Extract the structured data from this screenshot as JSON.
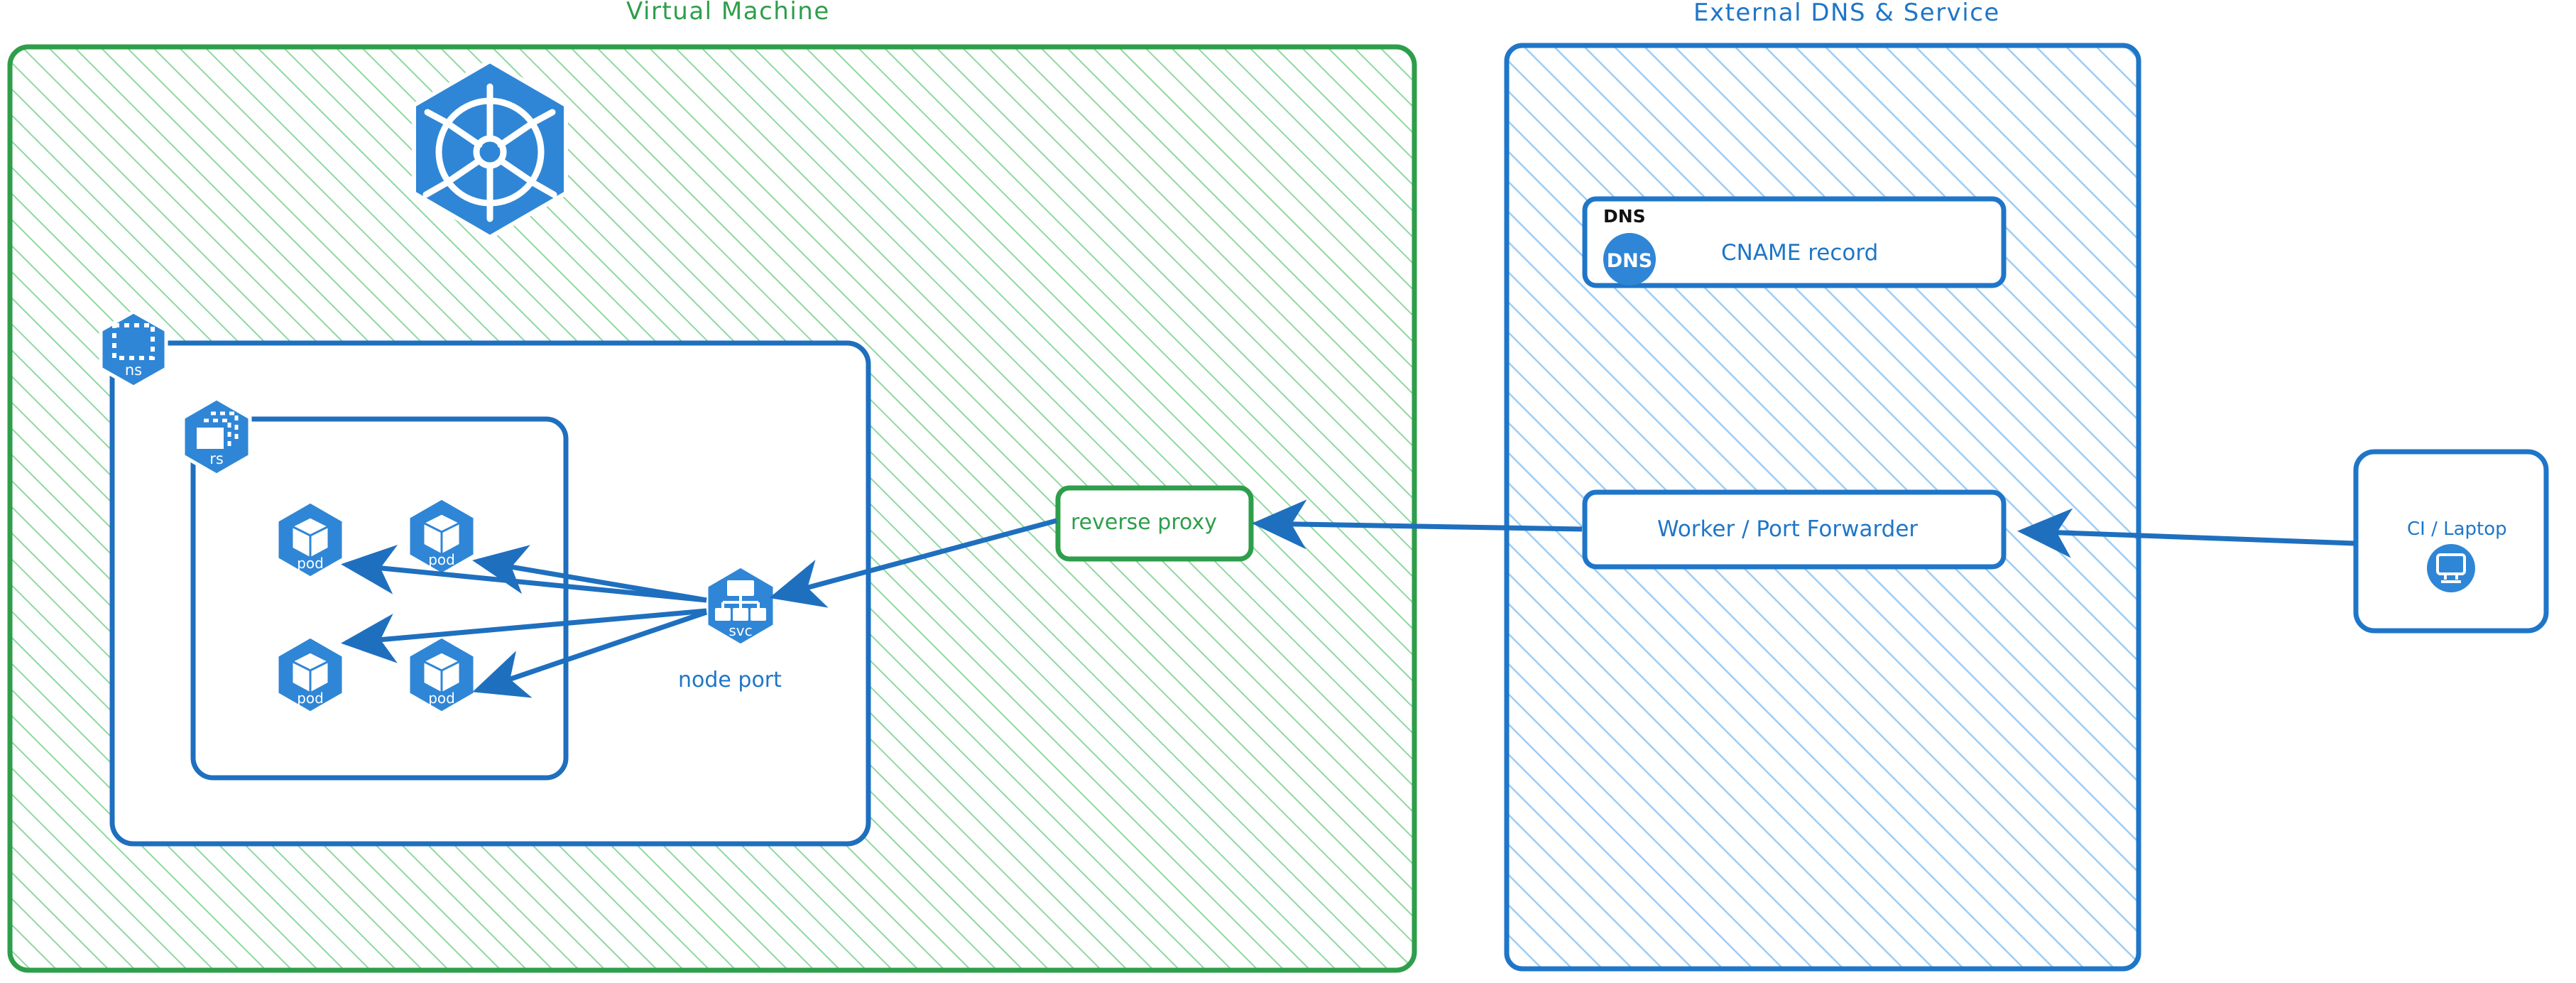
{
  "diagram": {
    "type": "architecture-diagram",
    "style": "hand-drawn excalidraw",
    "colors": {
      "green": "#2e9e4b",
      "green_hatch": "#8fd8a0",
      "blue": "#1f76c8",
      "blue_hatch": "#9ccdf5",
      "k8s_blue": "#2f86d6",
      "black": "#1b1b1b",
      "white": "#ffffff"
    },
    "groups": [
      {
        "id": "virtual-machine",
        "title": "Virtual Machine",
        "color": "#2e9e4b",
        "fill": "hatched-green"
      },
      {
        "id": "external-dns-service",
        "title": "External DNS & Service",
        "color": "#1f76c8",
        "fill": "hatched-blue"
      }
    ],
    "vm": {
      "k8s_logo": "kubernetes-logo-icon",
      "namespace": {
        "badge": "ns",
        "icon": "namespace-icon"
      },
      "replicaset": {
        "badge": "rs",
        "icon": "replicaset-icon"
      },
      "pods": [
        {
          "badge": "pod",
          "icon": "pod-icon"
        },
        {
          "badge": "pod",
          "icon": "pod-icon"
        },
        {
          "badge": "pod",
          "icon": "pod-icon"
        },
        {
          "badge": "pod",
          "icon": "pod-icon"
        }
      ],
      "service": {
        "badge": "svc",
        "icon": "service-icon",
        "label": "node port"
      },
      "reverse_proxy": {
        "label": "reverse proxy"
      }
    },
    "external": {
      "dns_card": {
        "tag": "DNS",
        "badge_text": "DNS",
        "label": "CNAME record",
        "icon": "dns-circle-icon"
      },
      "worker": {
        "label": "Worker / Port Forwarder"
      }
    },
    "client": {
      "label": "CI / Laptop",
      "icon": "desktop-monitor-icon"
    },
    "edges": [
      {
        "from": "service",
        "to": "pod-1",
        "kind": "arrow"
      },
      {
        "from": "service",
        "to": "pod-2",
        "kind": "arrow"
      },
      {
        "from": "service",
        "to": "pod-3",
        "kind": "arrow"
      },
      {
        "from": "service",
        "to": "pod-4",
        "kind": "arrow"
      },
      {
        "from": "reverse-proxy",
        "to": "service",
        "kind": "arrow"
      },
      {
        "from": "worker",
        "to": "reverse-proxy",
        "kind": "arrow"
      },
      {
        "from": "ci-laptop",
        "to": "worker",
        "kind": "arrow"
      }
    ]
  }
}
